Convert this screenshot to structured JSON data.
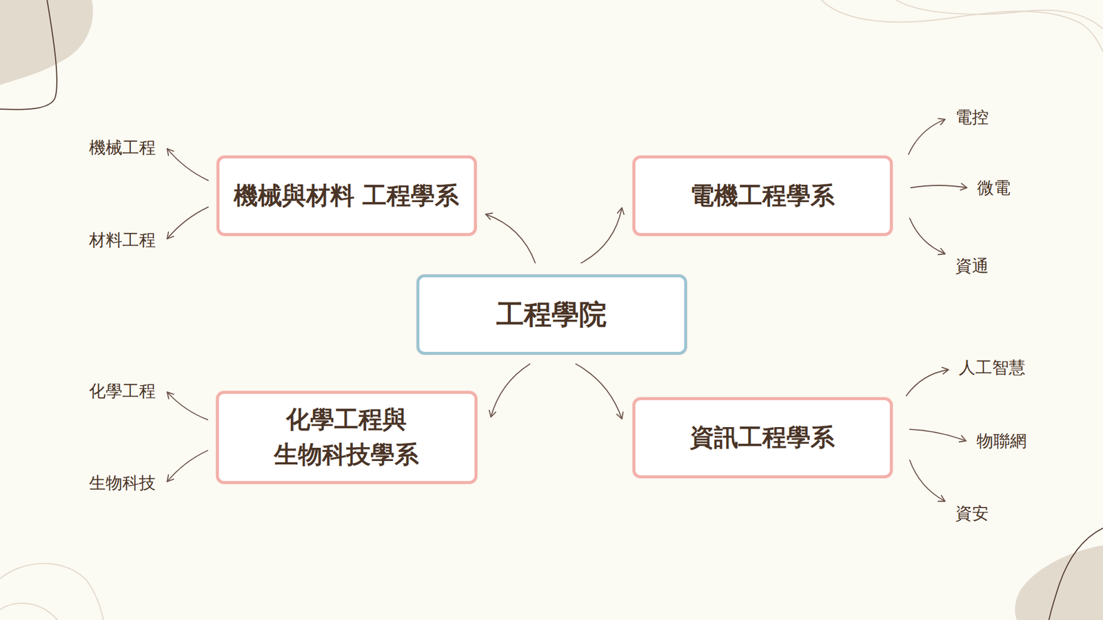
{
  "diagram": {
    "nodes": [
      {
        "text": [
          "工程學院"
        ]
      },
      {
        "text": [
          "機械與材料 工程學系"
        ]
      },
      {
        "text": [
          "電機工程學系"
        ]
      },
      {
        "text": [
          "化學工程與 生物科技學系"
        ]
      },
      {
        "text": [
          "資訊工程學系"
        ]
      },
      {
        "text": [
          "機械工程"
        ]
      },
      {
        "text": [
          "材料工程"
        ]
      },
      {
        "text": [
          "電控"
        ]
      },
      {
        "text": [
          "微電"
        ]
      },
      {
        "text": [
          "資通"
        ]
      },
      {
        "text": [
          "化學工程"
        ]
      },
      {
        "text": [
          "生物科技"
        ]
      },
      {
        "text": [
          "人工智慧"
        ]
      },
      {
        "text": [
          "物聯網"
        ]
      },
      {
        "text": [
          "資安"
        ]
      }
    ],
    "edges": [
      {
        "from": 0,
        "to": 1,
        "arrow": "to"
      },
      {
        "from": 0,
        "to": 2,
        "arrow": "to"
      },
      {
        "from": 0,
        "to": 3,
        "arrow": "to"
      },
      {
        "from": 0,
        "to": 4,
        "arrow": "to"
      },
      {
        "from": 1,
        "to": 5,
        "arrow": "to"
      },
      {
        "from": 1,
        "to": 6,
        "arrow": "to"
      },
      {
        "from": 2,
        "to": 7,
        "arrow": "to"
      },
      {
        "from": 2,
        "to": 8,
        "arrow": "to"
      },
      {
        "from": 2,
        "to": 9,
        "arrow": "to"
      },
      {
        "from": 3,
        "to": 10,
        "arrow": "to"
      },
      {
        "from": 3,
        "to": 11,
        "arrow": "to"
      },
      {
        "from": 4,
        "to": 12,
        "arrow": "to"
      },
      {
        "from": 4,
        "to": 13,
        "arrow": "to"
      },
      {
        "from": 4,
        "to": 14,
        "arrow": "to"
      }
    ]
  }
}
